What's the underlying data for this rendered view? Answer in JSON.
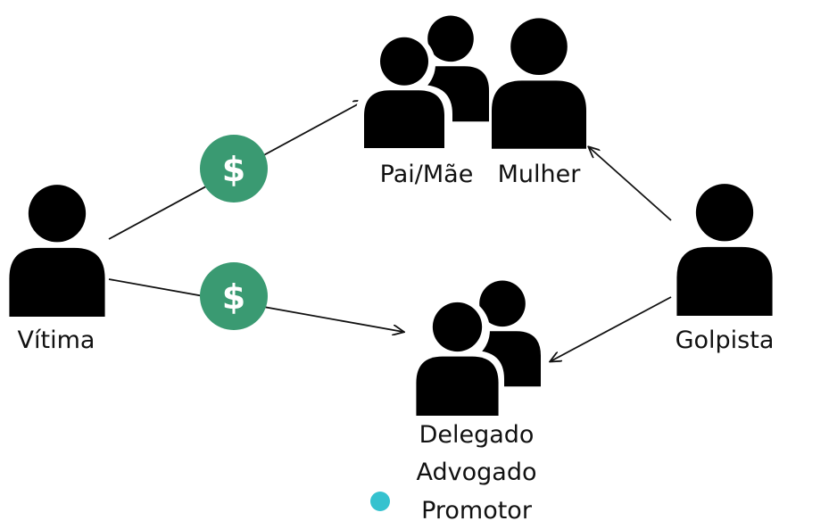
{
  "nodes": {
    "vitima": {
      "label": "Vítima"
    },
    "pais": {
      "label": "Pai/Mãe"
    },
    "mulher": {
      "label": "Mulher"
    },
    "golpista": {
      "label": "Golpista"
    },
    "autoridades": {
      "lines": [
        "Delegado",
        "Advogado",
        "Promotor"
      ]
    }
  },
  "payment_badge": {
    "symbol": "$"
  },
  "colors": {
    "person": "#000000",
    "badge": "#3a9a72",
    "badge_symbol": "#ffffff",
    "dot": "#35c2cf",
    "text": "#111111",
    "arrow": "#111111"
  }
}
